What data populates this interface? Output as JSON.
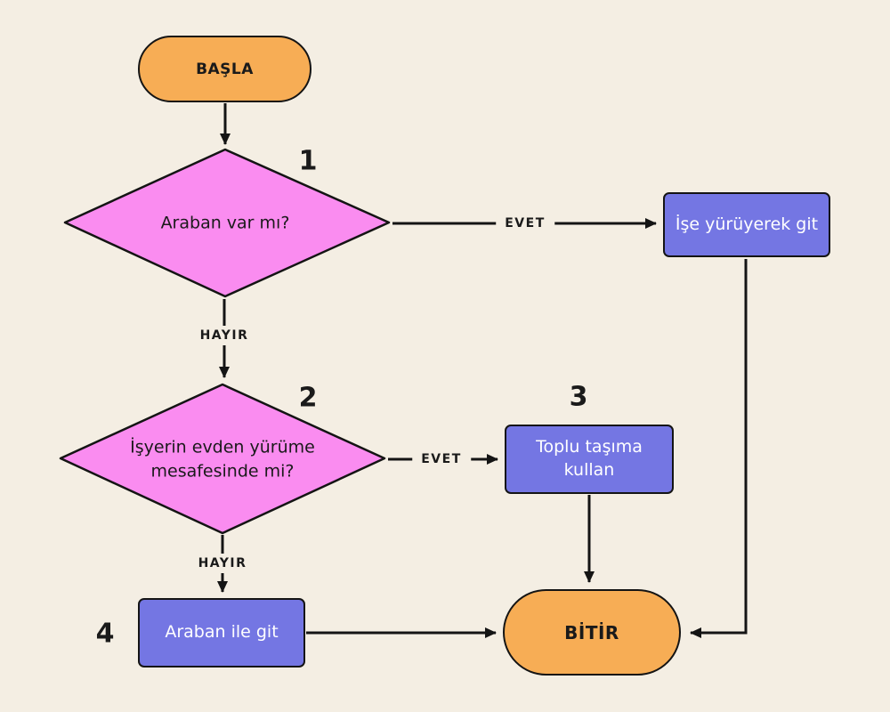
{
  "background": "#F4EEE3",
  "colors": {
    "background": "#F4EEE3",
    "terminator_fill": "#F7AD55",
    "decision_fill": "#FA8CF0",
    "process_fill": "#7476E3",
    "stroke": "#141414"
  },
  "nodes": {
    "start": {
      "label": "BAŞLA",
      "type": "terminator"
    },
    "decision1": {
      "label": "Araban var mı?",
      "number": "1",
      "type": "decision"
    },
    "walk": {
      "label": "İşe yürüyerek git",
      "type": "process"
    },
    "decision2": {
      "label": "İşyerin evden yürüme mesafesinde mi?",
      "number": "2",
      "type": "decision"
    },
    "transit": {
      "label": "Toplu taşıma kullan",
      "number": "3",
      "type": "process"
    },
    "car": {
      "label": "Araban ile git",
      "number": "4",
      "type": "process"
    },
    "end": {
      "label": "BİTİR",
      "type": "terminator"
    }
  },
  "edges": {
    "decision1_yes": "EVET",
    "decision1_no": "HAYIR",
    "decision2_yes": "EVET",
    "decision2_no": "HAYIR"
  }
}
